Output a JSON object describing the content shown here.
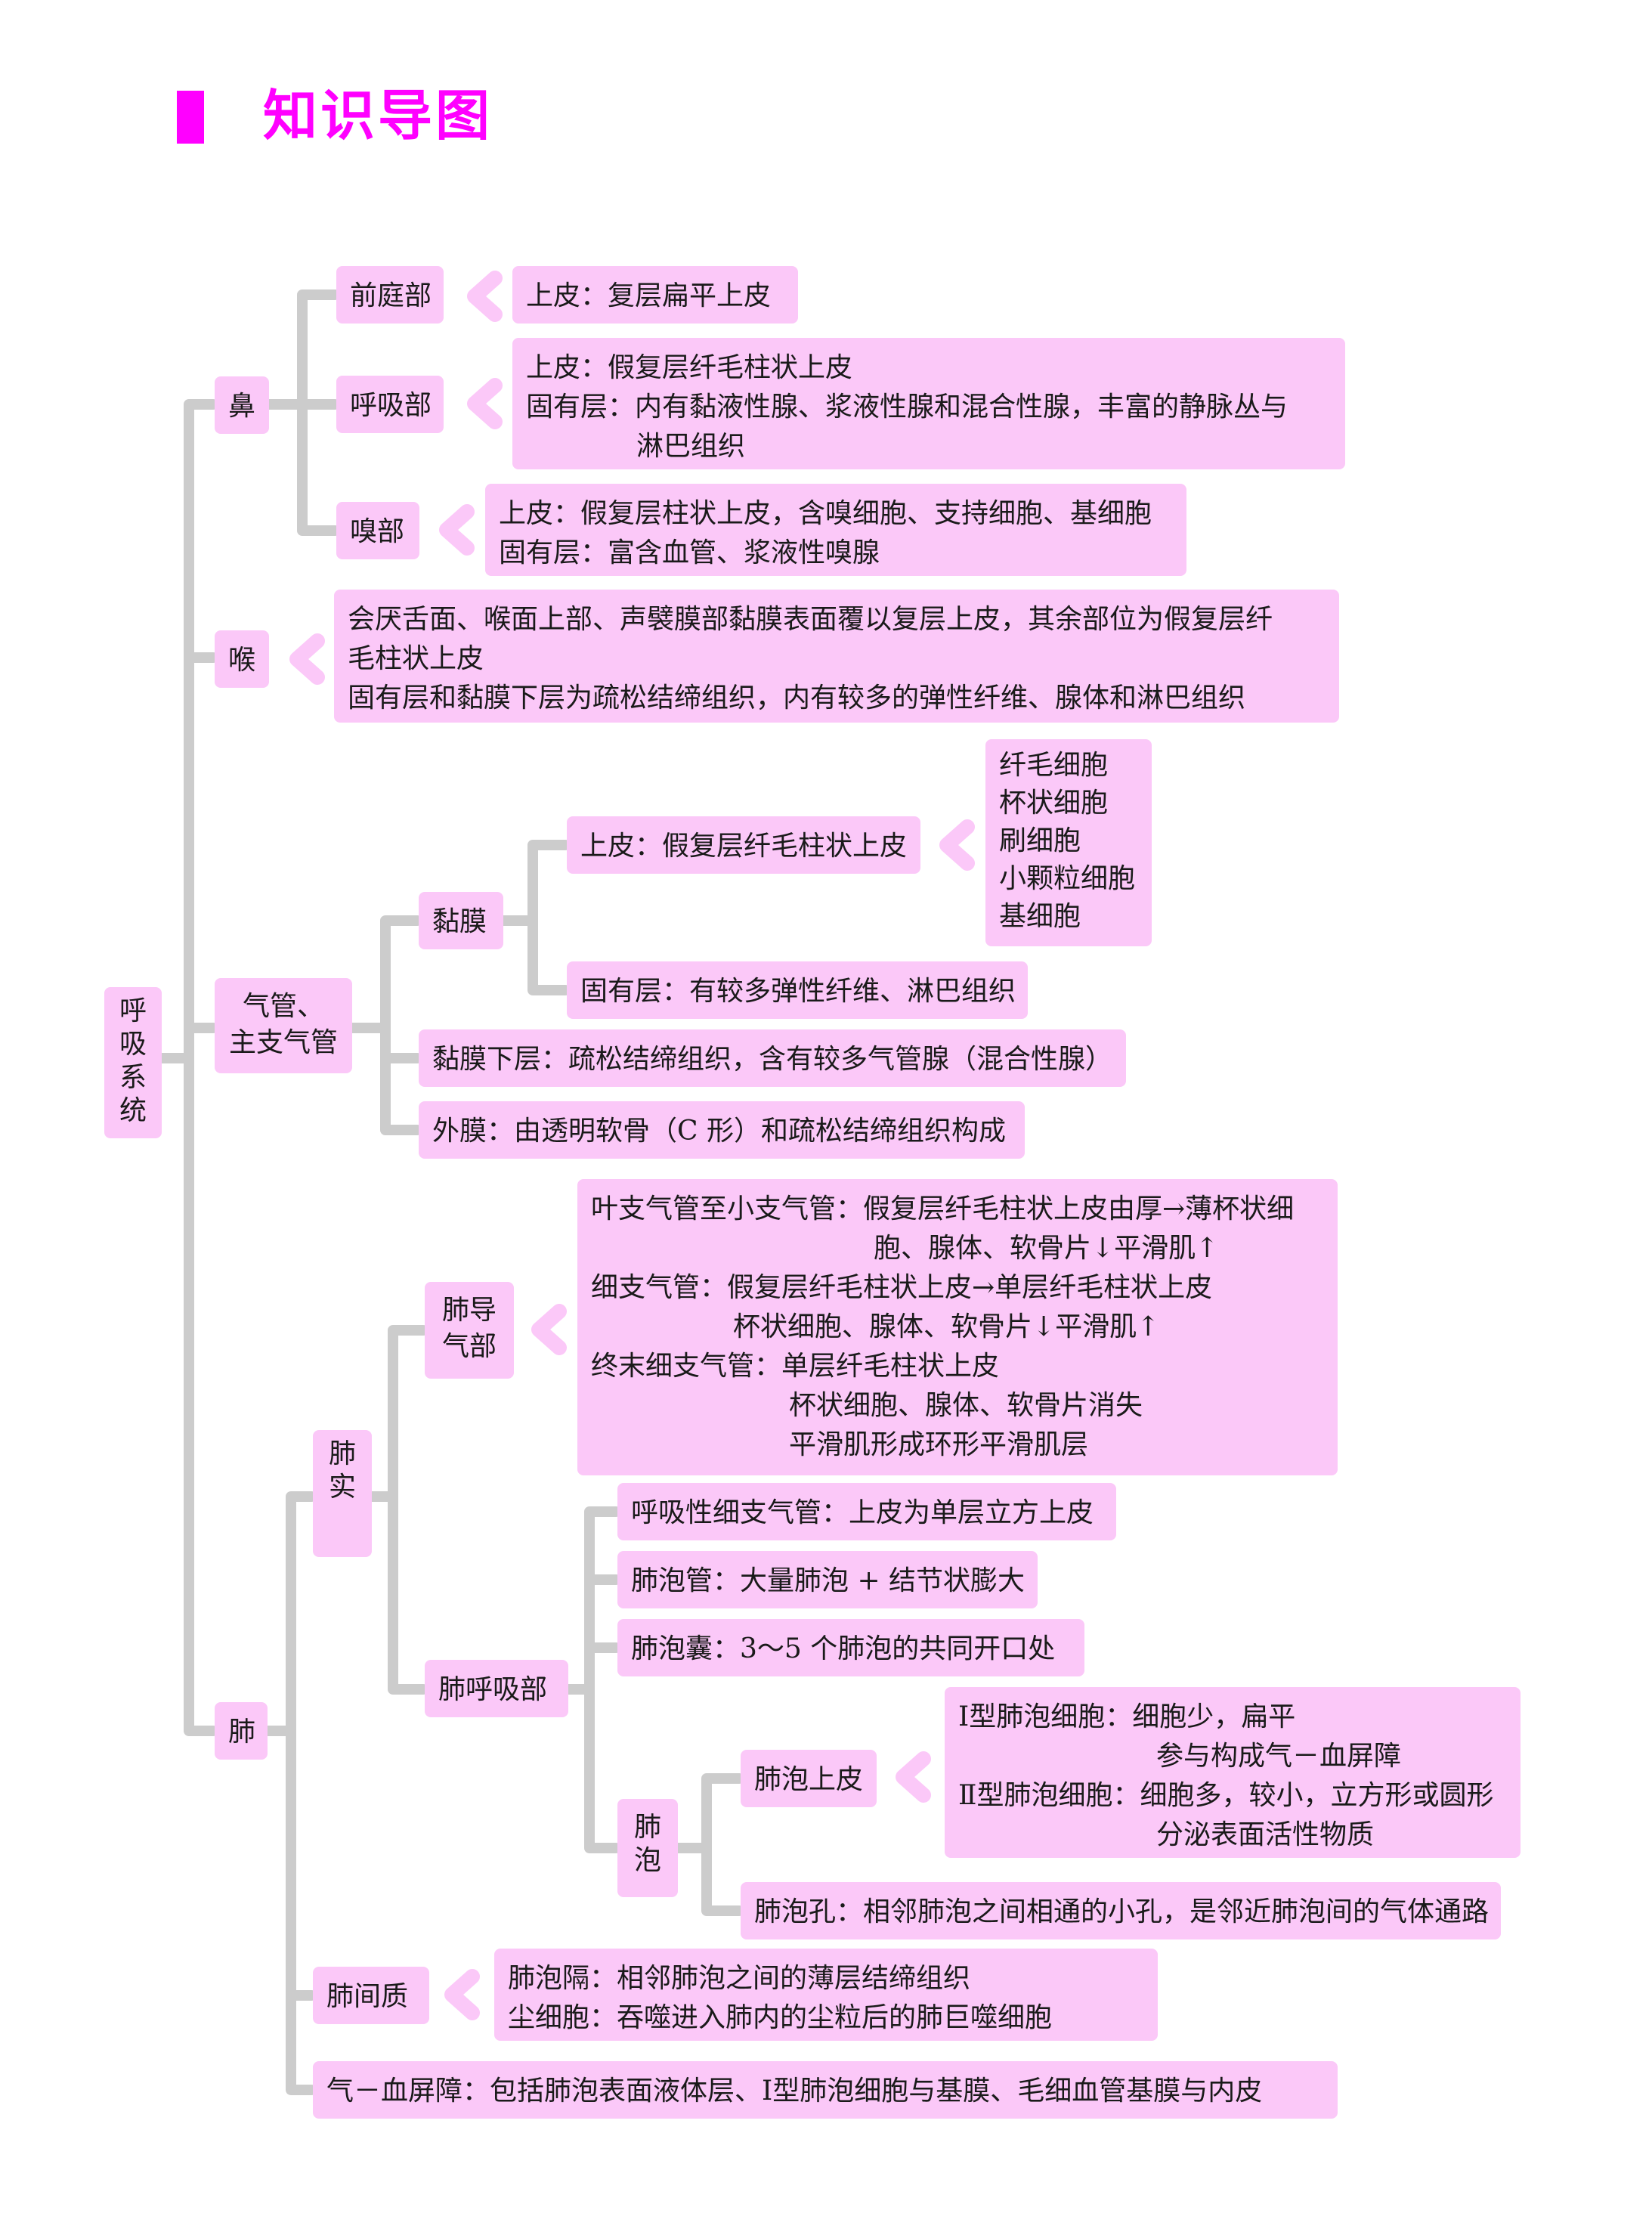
{
  "title": "知识导图",
  "root": "呼吸系统",
  "nose": {
    "label": "鼻",
    "vestibule": {
      "label": "前庭部",
      "detail": [
        "上皮：复层扁平上皮"
      ]
    },
    "respiratory": {
      "label": "呼吸部",
      "detail": [
        "上皮：假复层纤毛柱状上皮",
        "固有层：内有黏液性腺、浆液性腺和混合性腺，丰富的静脉丛与",
        "淋巴组织"
      ]
    },
    "olfactory": {
      "label": "嗅部",
      "detail": [
        "上皮：假复层柱状上皮，含嗅细胞、支持细胞、基细胞",
        "固有层：富含血管、浆液性嗅腺"
      ]
    }
  },
  "larynx": {
    "label": "喉",
    "detail": [
      "会厌舌面、喉面上部、声襞膜部黏膜表面覆以复层上皮，其余部位为假复层纤",
      "毛柱状上皮",
      "固有层和黏膜下层为疏松结缔组织，内有较多的弹性纤维、腺体和淋巴组织"
    ]
  },
  "trachea": {
    "label": [
      "气管、",
      "主支气管"
    ],
    "mucosa": {
      "label": "黏膜",
      "epithelium": "上皮：假复层纤毛柱状上皮",
      "cells": [
        "纤毛细胞",
        "杯状细胞",
        "刷细胞",
        "小颗粒细胞",
        "基细胞"
      ],
      "lamina": "固有层：有较多弹性纤维、淋巴组织"
    },
    "submucosa": "黏膜下层：疏松结缔组织，含有较多气管腺（混合性腺）",
    "adventitia": "外膜：由透明软骨（C 形）和疏松结缔组织构成"
  },
  "lung": {
    "label": "肺",
    "parenchyma": {
      "label": [
        "肺",
        "实"
      ],
      "conducting": {
        "label": [
          "肺导",
          "气部"
        ],
        "detail": [
          "叶支气管至小支气管：假复层纤毛柱状上皮由厚→薄杯状细",
          "胞、腺体、软骨片↓平滑肌↑",
          "细支气管：假复层纤毛柱状上皮→单层纤毛柱状上皮",
          "杯状细胞、腺体、软骨片↓平滑肌↑",
          "终末细支气管：单层纤毛柱状上皮",
          "杯状细胞、腺体、软骨片消失",
          "平滑肌形成环形平滑肌层"
        ]
      },
      "respiratory": {
        "label": "肺呼吸部",
        "bronchiole": "呼吸性细支气管：上皮为单层立方上皮",
        "duct": "肺泡管：大量肺泡 + 结节状膨大",
        "sac": "肺泡囊：3～5 个肺泡的共同开口处",
        "alveolus": {
          "label": [
            "肺",
            "泡"
          ],
          "epithelium": {
            "label": "肺泡上皮",
            "detail": [
              "Ⅰ型肺泡细胞：细胞少，扁平",
              "参与构成气－血屏障",
              "Ⅱ型肺泡细胞：细胞多，较小，立方形或圆形",
              "分泌表面活性物质"
            ]
          },
          "pore": "肺泡孔：相邻肺泡之间相通的小孔，是邻近肺泡间的气体通路"
        }
      }
    },
    "interstitium": {
      "label": "肺间质",
      "detail": [
        "肺泡隔：相邻肺泡之间的薄层结缔组织",
        "尘细胞：吞噬进入肺内的尘粒后的肺巨噬细胞"
      ]
    },
    "barrier": "气－血屏障：包括肺泡表面液体层、Ⅰ型肺泡细胞与基膜、毛细血管基膜与内皮"
  },
  "colors": {
    "box": "#fbc8f8",
    "line": "#cccccc",
    "chevron": "#fbc8f8",
    "title": "#ff00ff"
  }
}
